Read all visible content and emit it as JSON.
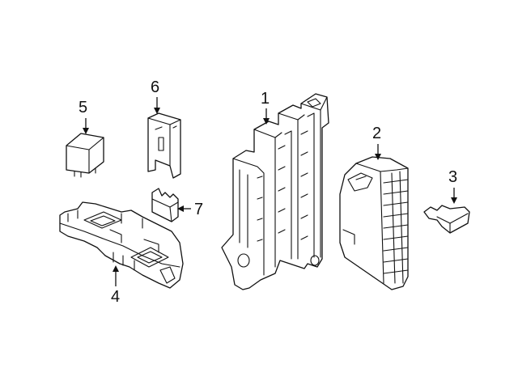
{
  "diagram": {
    "callouts": [
      {
        "id": "1",
        "label": "1"
      },
      {
        "id": "2",
        "label": "2"
      },
      {
        "id": "3",
        "label": "3"
      },
      {
        "id": "4",
        "label": "4"
      },
      {
        "id": "5",
        "label": "5"
      },
      {
        "id": "6",
        "label": "6"
      },
      {
        "id": "7",
        "label": "7"
      }
    ],
    "parts": [
      {
        "callout": "1",
        "icon": "fuse-relay-box-housing"
      },
      {
        "callout": "2",
        "icon": "fuse-box-cover"
      },
      {
        "callout": "3",
        "icon": "mini-fuse"
      },
      {
        "callout": "4",
        "icon": "relay-bracket"
      },
      {
        "callout": "5",
        "icon": "relay"
      },
      {
        "callout": "6",
        "icon": "relay-holder"
      },
      {
        "callout": "7",
        "icon": "fuse-clip"
      }
    ],
    "colors": {
      "line": "#111111",
      "background": "#ffffff"
    }
  }
}
